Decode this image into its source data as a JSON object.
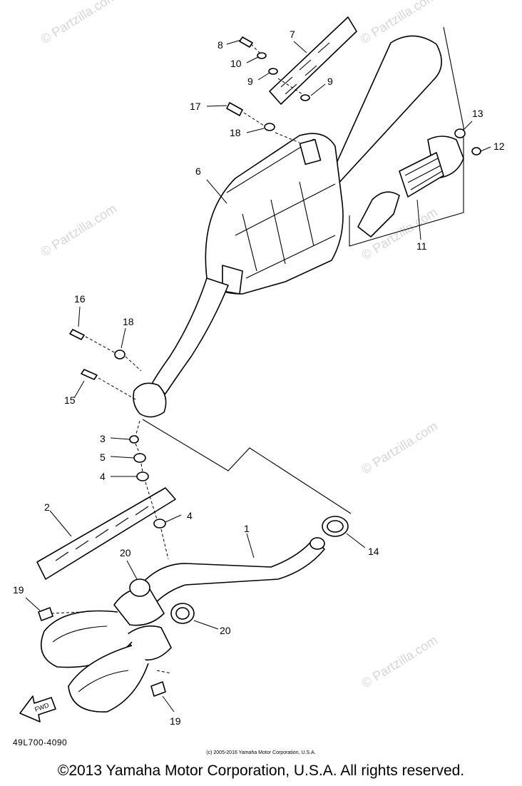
{
  "watermark": "© Partzilla.com",
  "diagram_code": "49L700-4090",
  "small_copyright": "(c) 2005-2016 Yamaha Motor Corporation, U.S.A.",
  "footer": "©2013 Yamaha Motor Corporation, U.S.A. All rights reserved.",
  "fwd_label": "FWD",
  "callouts": {
    "c1": "1",
    "c2": "2",
    "c3": "3",
    "c4a": "4",
    "c4b": "4",
    "c5": "5",
    "c6": "6",
    "c7": "7",
    "c8": "8",
    "c9a": "9",
    "c9b": "9",
    "c10": "10",
    "c11": "11",
    "c12": "12",
    "c13": "13",
    "c14": "14",
    "c15": "15",
    "c16": "16",
    "c17": "17",
    "c18a": "18",
    "c18b": "18",
    "c19a": "19",
    "c19b": "19",
    "c20a": "20",
    "c20b": "20"
  }
}
